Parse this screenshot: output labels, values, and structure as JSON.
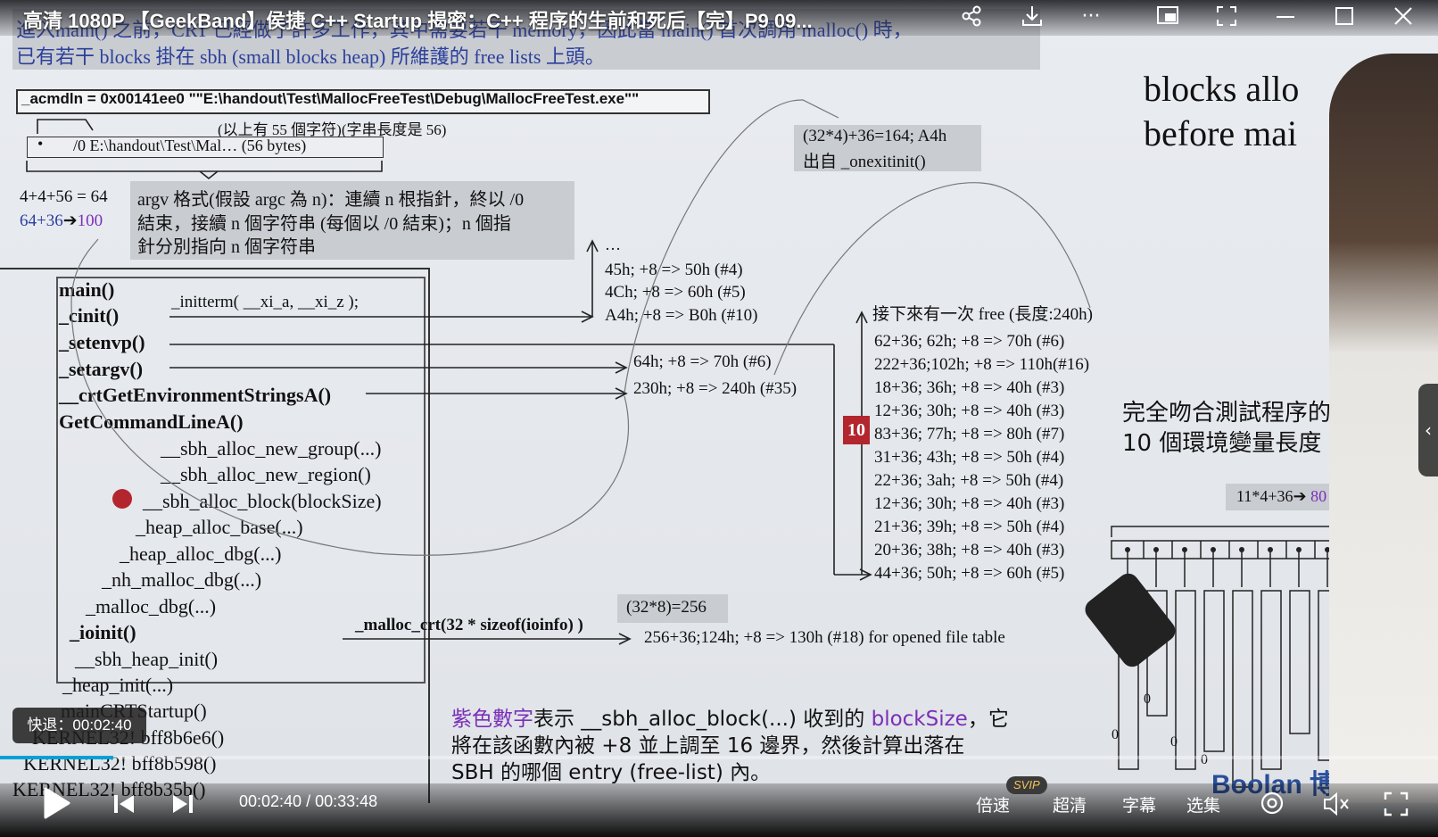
{
  "player": {
    "title": "高清 1080P 【GeekBand】侯捷 C++ Startup 揭密：C++ 程序的生前和死后【完】P9 09...",
    "current_time": "00:02:40",
    "total_time": "00:33:48",
    "time_display": "00:02:40 / 00:33:48",
    "seek_tip": "快退：00:02:40",
    "progress_fraction": 0.079,
    "speed_label": "倍速",
    "svip_badge": "SVIP",
    "quality_label": "超清",
    "subtitle_label": "字幕",
    "episodes_label": "选集",
    "top_icons": [
      "share-icon",
      "download-icon",
      "more-icon",
      "pip-icon",
      "fullscreen-window-icon",
      "minimize-icon",
      "maximize-icon",
      "close-icon"
    ],
    "accent_color": "#00a1d6"
  },
  "slide": {
    "top_line1": "進入main() 之前，CRT 已經做了許多工作，其中需要若干 memory，因此當 main() 首次調用 malloc() 時，",
    "top_line2": "已有若干 blocks 掛在 sbh (small blocks heap) 所維護的 free lists 上頭。",
    "cmdline": "_acmdln = 0x00141ee0 \"\"E:\\handout\\Test\\MallocFreeTest\\Debug\\MallocFreeTest.exe\"\"",
    "char_note": "(以上有 55 個字符)(字串長度是 56)",
    "argv_box": "/0   E:\\handout\\Test\\Mal… (56 bytes)",
    "calc1": "4+4+56 = 64",
    "calc2a": "64+36",
    "calc2b": "100",
    "argv_desc1": "argv 格式(假設 argc 為 n)：連續 n 根指針，終以 /0",
    "argv_desc2": "結束，接續 n 個字符串 (每個以 /0 結束)；n 個指",
    "argv_desc3": "針分別指向 n 個字符串",
    "onexit1": "(32*4)+36=164; A4h",
    "onexit2": "出自 _onexitinit()",
    "blocks_title1": "blocks allo",
    "blocks_title2": "before mai",
    "callstack": [
      "main()",
      "_cinit()",
      "_setenvp()",
      "_setargv()",
      "__crtGetEnvironmentStringsA()",
      "GetCommandLineA()",
      "__sbh_alloc_new_group(...)",
      "__sbh_alloc_new_region()",
      "__sbh_alloc_block(blockSize)",
      "_heap_alloc_base(...)",
      "_heap_alloc_dbg(...)",
      "_nh_malloc_dbg(...)",
      "_malloc_dbg(...)",
      "_ioinit()",
      "__sbh_heap_init()",
      "_heap_init(...)",
      "mainCRTStartup()",
      "KERNEL32! bff8b6e6()",
      "KERNEL32! bff8b598()",
      "KERNEL32! bff8b35b()"
    ],
    "initterm": "_initterm( __xi_a, __xi_z );",
    "dots": "…",
    "cinit_allocs": [
      "45h; +8 => 50h (#4)",
      "4Ch; +8 => 60h (#5)",
      "A4h; +8 => B0h (#10)"
    ],
    "setargv_alloc": "64h; +8 => 70h (#6)",
    "env_alloc": "230h; +8 => 240h (#35)",
    "free_note": "接下來有一次 free (長度:240h)",
    "env_list": [
      "62+36; 62h; +8 => 70h (#6)",
      "222+36;102h; +8 => 110h(#16)",
      "18+36; 36h; +8 => 40h (#3)",
      "12+36; 30h; +8 => 40h (#3)",
      "83+36; 77h; +8 => 80h (#7)",
      "31+36; 43h; +8 => 50h (#4)",
      "22+36; 3ah; +8 => 50h (#4)",
      "12+36; 30h; +8 => 40h (#3)",
      "21+36; 39h; +8 => 50h (#4)",
      "20+36; 38h; +8 => 40h (#3)",
      "44+36; 50h; +8 => 60h (#5)"
    ],
    "badge": "10",
    "match_note1": "完全吻合測試程序的",
    "match_note2": "10 個環境變量長度",
    "formula_11": "11*4+36",
    "formula_11_result": "80",
    "calc_256": "(32*8)=256",
    "malloc_crt": "_malloc_crt(32 * sizeof(ioinfo) )",
    "ioinfo_alloc": "256+36;124h; +8 => 130h (#18) for opened file table",
    "bottom_note1a": "紫色數字",
    "bottom_note1b": "表示 __sbh_alloc_block(...) 收到的 ",
    "bottom_note1c": "blockSize",
    "bottom_note1d": "，它",
    "bottom_note2": "將在該函數內被 +8 並上調至 16 邊界，然後計算出落在",
    "bottom_note3": "SBH 的哪個 entry (free-list) 內。",
    "zero_labels": [
      "0",
      "0",
      "0",
      "0"
    ],
    "logo_text": "Boolan 博覧"
  }
}
